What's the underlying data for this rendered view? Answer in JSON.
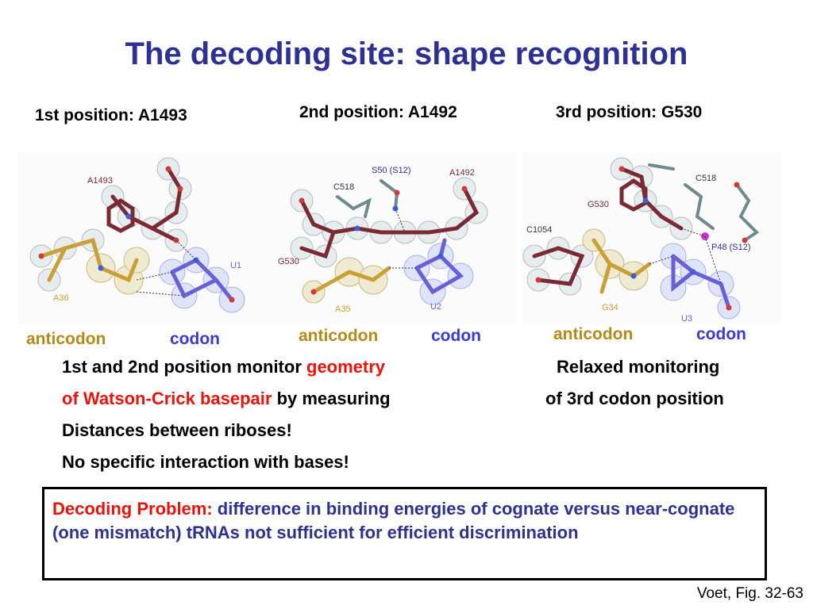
{
  "title": "The decoding site: shape recognition",
  "positions": {
    "first": "1st position: A1493",
    "second": "2nd position: A1492",
    "third": "3rd position: G530"
  },
  "panel1": {
    "labels": {
      "a1493": "A1493",
      "u1": "U1",
      "a36": "A36"
    },
    "anticodon": "anticodon",
    "codon": "codon"
  },
  "panel2": {
    "labels": {
      "s50": "S50 (S12)",
      "a1492": "A1492",
      "c518": "C518",
      "g530": "G530",
      "a35": "A35",
      "u2": "U2"
    },
    "anticodon": "anticodon",
    "codon": "codon"
  },
  "panel3": {
    "labels": {
      "c518": "C518",
      "g530": "G530",
      "c1054": "C1054",
      "p48": "P48 (S12)",
      "g34": "G34",
      "u3": "U3"
    },
    "anticodon": "anticodon",
    "codon": "codon"
  },
  "left_text": {
    "line1_a": "1st and 2nd position monitor ",
    "line1_b": "geometry",
    "line2_a": "of Watson-Crick basepair",
    "line2_b": " by measuring",
    "line3": "Distances between riboses!",
    "line4": "No specific interaction with bases!"
  },
  "right_text": {
    "line1": "Relaxed monitoring",
    "line2": "of 3rd codon position"
  },
  "box": {
    "label": "Decoding Problem:",
    "text": " difference in binding energies of cognate versus near-cognate (one mismatch) tRNAs not sufficient for efficient discrimination"
  },
  "credit": "Voet, Fig. 32-63",
  "colors": {
    "title": "#2e3192",
    "emphasis": "#e8140c",
    "anticodon": "#b5891a",
    "codon": "#3a3ad0",
    "molecule_maroon": "#7a2a35",
    "molecule_gold": "#c9a035",
    "molecule_purple": "#6b5fd8",
    "molecule_gray": "#6f8a8c"
  }
}
